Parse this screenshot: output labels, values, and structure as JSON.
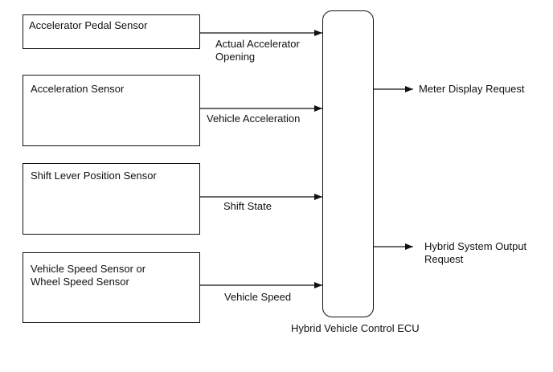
{
  "inputs": [
    {
      "sensor": "Accelerator Pedal Sensor",
      "signal": "Actual Accelerator\nOpening"
    },
    {
      "sensor": "Acceleration Sensor",
      "signal": "Vehicle Acceleration"
    },
    {
      "sensor": "Shift Lever Position Sensor",
      "signal": "Shift State"
    },
    {
      "sensor": "Vehicle Speed Sensor or\nWheel Speed Sensor",
      "signal": "Vehicle Speed"
    }
  ],
  "ecu": {
    "label": "Hybrid Vehicle Control ECU"
  },
  "outputs": [
    {
      "signal": "Meter Display Request"
    },
    {
      "signal": "Hybrid System Output\nRequest"
    }
  ]
}
